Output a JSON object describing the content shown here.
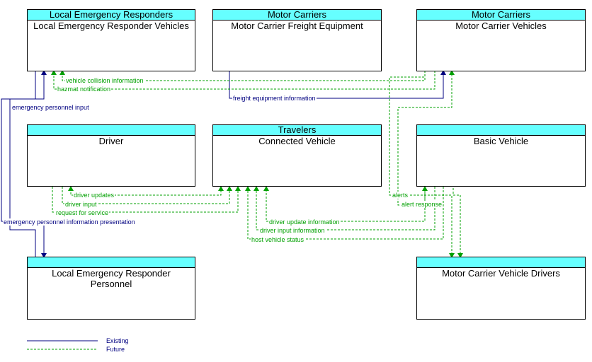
{
  "nodes": {
    "ler_vehicles": {
      "category": "Local Emergency Responders",
      "title": "Local Emergency Responder Vehicles"
    },
    "mc_freight": {
      "category": "Motor Carriers",
      "title": "Motor Carrier Freight Equipment"
    },
    "mc_vehicles": {
      "category": "Motor Carriers",
      "title": "Motor Carrier Vehicles"
    },
    "driver": {
      "category": "",
      "title": "Driver"
    },
    "connected_vehicle": {
      "category": "Travelers",
      "title": "Connected Vehicle"
    },
    "basic_vehicle": {
      "category": "",
      "title": "Basic Vehicle"
    },
    "ler_personnel": {
      "title": "Local Emergency Responder Personnel"
    },
    "mc_drivers": {
      "title": "Motor Carrier Vehicle Drivers"
    }
  },
  "flows": {
    "vehicle_collision_information": "vehicle collision information",
    "hazmat_notification": "hazmat notification",
    "freight_equipment_information": "freight equipment information",
    "emergency_personnel_input": "emergency personnel input",
    "emergency_personnel_information_presentation": "emergency personnel information presentation",
    "driver_updates": "driver updates",
    "driver_input": "driver input",
    "request_for_service": "request for service",
    "alerts": "alerts",
    "alert_response": "alert response",
    "driver_update_information": "driver update information",
    "driver_input_information": "driver input information",
    "host_vehicle_status": "host vehicle status"
  },
  "legend": {
    "existing": "Existing",
    "future": "Future"
  },
  "colors": {
    "existing": "#000080",
    "future": "#00a000",
    "header": "#66ffff"
  }
}
